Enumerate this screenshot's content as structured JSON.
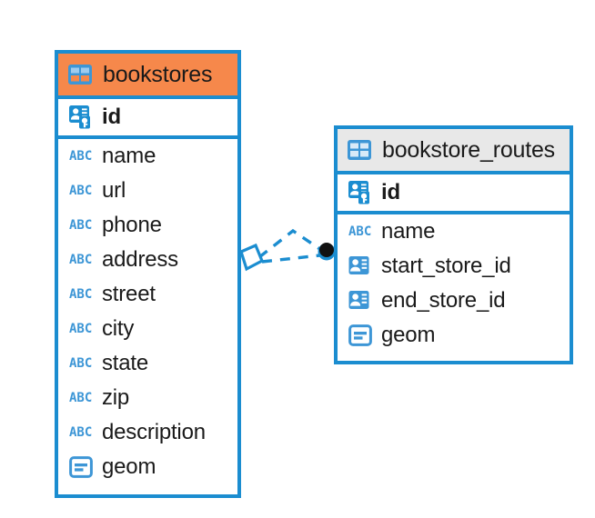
{
  "diagram": {
    "type": "entity-relationship-diagram",
    "background_color": "#ffffff",
    "accent_color": "#1b8dd0",
    "highlight_color": "#f6884b",
    "neutral_header_color": "#e8e8e8"
  },
  "entities": [
    {
      "id": "bookstores",
      "title": "bookstores",
      "header_style": "accent",
      "header_icon": "table-icon",
      "primary_key": {
        "label": "id",
        "icon": "primary-key-icon"
      },
      "fields": [
        {
          "label": "name",
          "icon": "abc-text-icon",
          "type": "text"
        },
        {
          "label": "url",
          "icon": "abc-text-icon",
          "type": "text"
        },
        {
          "label": "phone",
          "icon": "abc-text-icon",
          "type": "text"
        },
        {
          "label": "address",
          "icon": "abc-text-icon",
          "type": "text"
        },
        {
          "label": "street",
          "icon": "abc-text-icon",
          "type": "text"
        },
        {
          "label": "city",
          "icon": "abc-text-icon",
          "type": "text"
        },
        {
          "label": "state",
          "icon": "abc-text-icon",
          "type": "text"
        },
        {
          "label": "zip",
          "icon": "abc-text-icon",
          "type": "text"
        },
        {
          "label": "description",
          "icon": "abc-text-icon",
          "type": "text"
        },
        {
          "label": "geom",
          "icon": "geometry-icon",
          "type": "geometry"
        }
      ]
    },
    {
      "id": "bookstore_routes",
      "title": "bookstore_routes",
      "header_style": "neutral",
      "header_icon": "table-icon",
      "primary_key": {
        "label": "id",
        "icon": "primary-key-icon"
      },
      "fields": [
        {
          "label": "name",
          "icon": "abc-text-icon",
          "type": "text"
        },
        {
          "label": "start_store_id",
          "icon": "foreign-key-icon",
          "type": "reference"
        },
        {
          "label": "end_store_id",
          "icon": "foreign-key-icon",
          "type": "reference"
        },
        {
          "label": "geom",
          "icon": "geometry-icon",
          "type": "geometry"
        }
      ]
    }
  ],
  "relationship": {
    "name": "bookstores-to-bookstore-routes",
    "from_entity": "bookstores",
    "to_entity": "bookstore_routes",
    "line_style": "dashed",
    "line_color": "#1b8dd0",
    "source_marker": "diamond",
    "target_marker": "filled-circle",
    "target_marker_color": "#111111"
  }
}
